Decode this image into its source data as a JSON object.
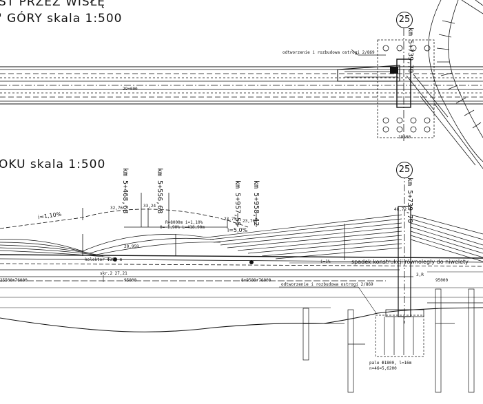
{
  "titles": {
    "plan": "ST PRZEZ WISŁĘ",
    "plan_view": "' GÓRY  skala 1:500",
    "profile_view": "OKU  skala 1:500"
  },
  "callouts": {
    "top": "25",
    "bottom": "25"
  },
  "chainages": {
    "top_pylon": "km 5+739,70",
    "bottom_pylon": "km 5+739,70",
    "k1": "km 5+468,68",
    "k2": "km 5+556,68",
    "k3": "km 5+957,55",
    "k4": "km 5+958,42"
  },
  "plan_labels": {
    "ramp": "odtworzenie i rozbudowa ostrogi 2/869",
    "width": "29+000",
    "dim_bottom": "19600"
  },
  "profile_labels": {
    "slope_left": "i=1,10%",
    "slope_right": "i=5,0%",
    "elev1": "32,76",
    "elev2": "33,24",
    "elev3": "23,75",
    "elev4": "23,76",
    "curve": "R=8000m i=1,10%",
    "curve2": "0=-1,90% L=418,90m",
    "span": "20,959",
    "kolektor": "kolektor Φ390 m",
    "road": "skr.2  27,21",
    "dim1": "25500+76000",
    "dim2": "95000",
    "dim3": "8+9500+76000",
    "bridge_note": "spadek konstrukcji równoległy do niwelety",
    "ramp2": "odtworzenie i rozbudowa ostrogi 2/869",
    "pale": "pale Φ1800, l=16m",
    "pale2": "n=46=5,6200",
    "gauge": "i=1%",
    "dim4": "95000",
    "elev_pylon": "48,72",
    "r_label": "3,R"
  }
}
